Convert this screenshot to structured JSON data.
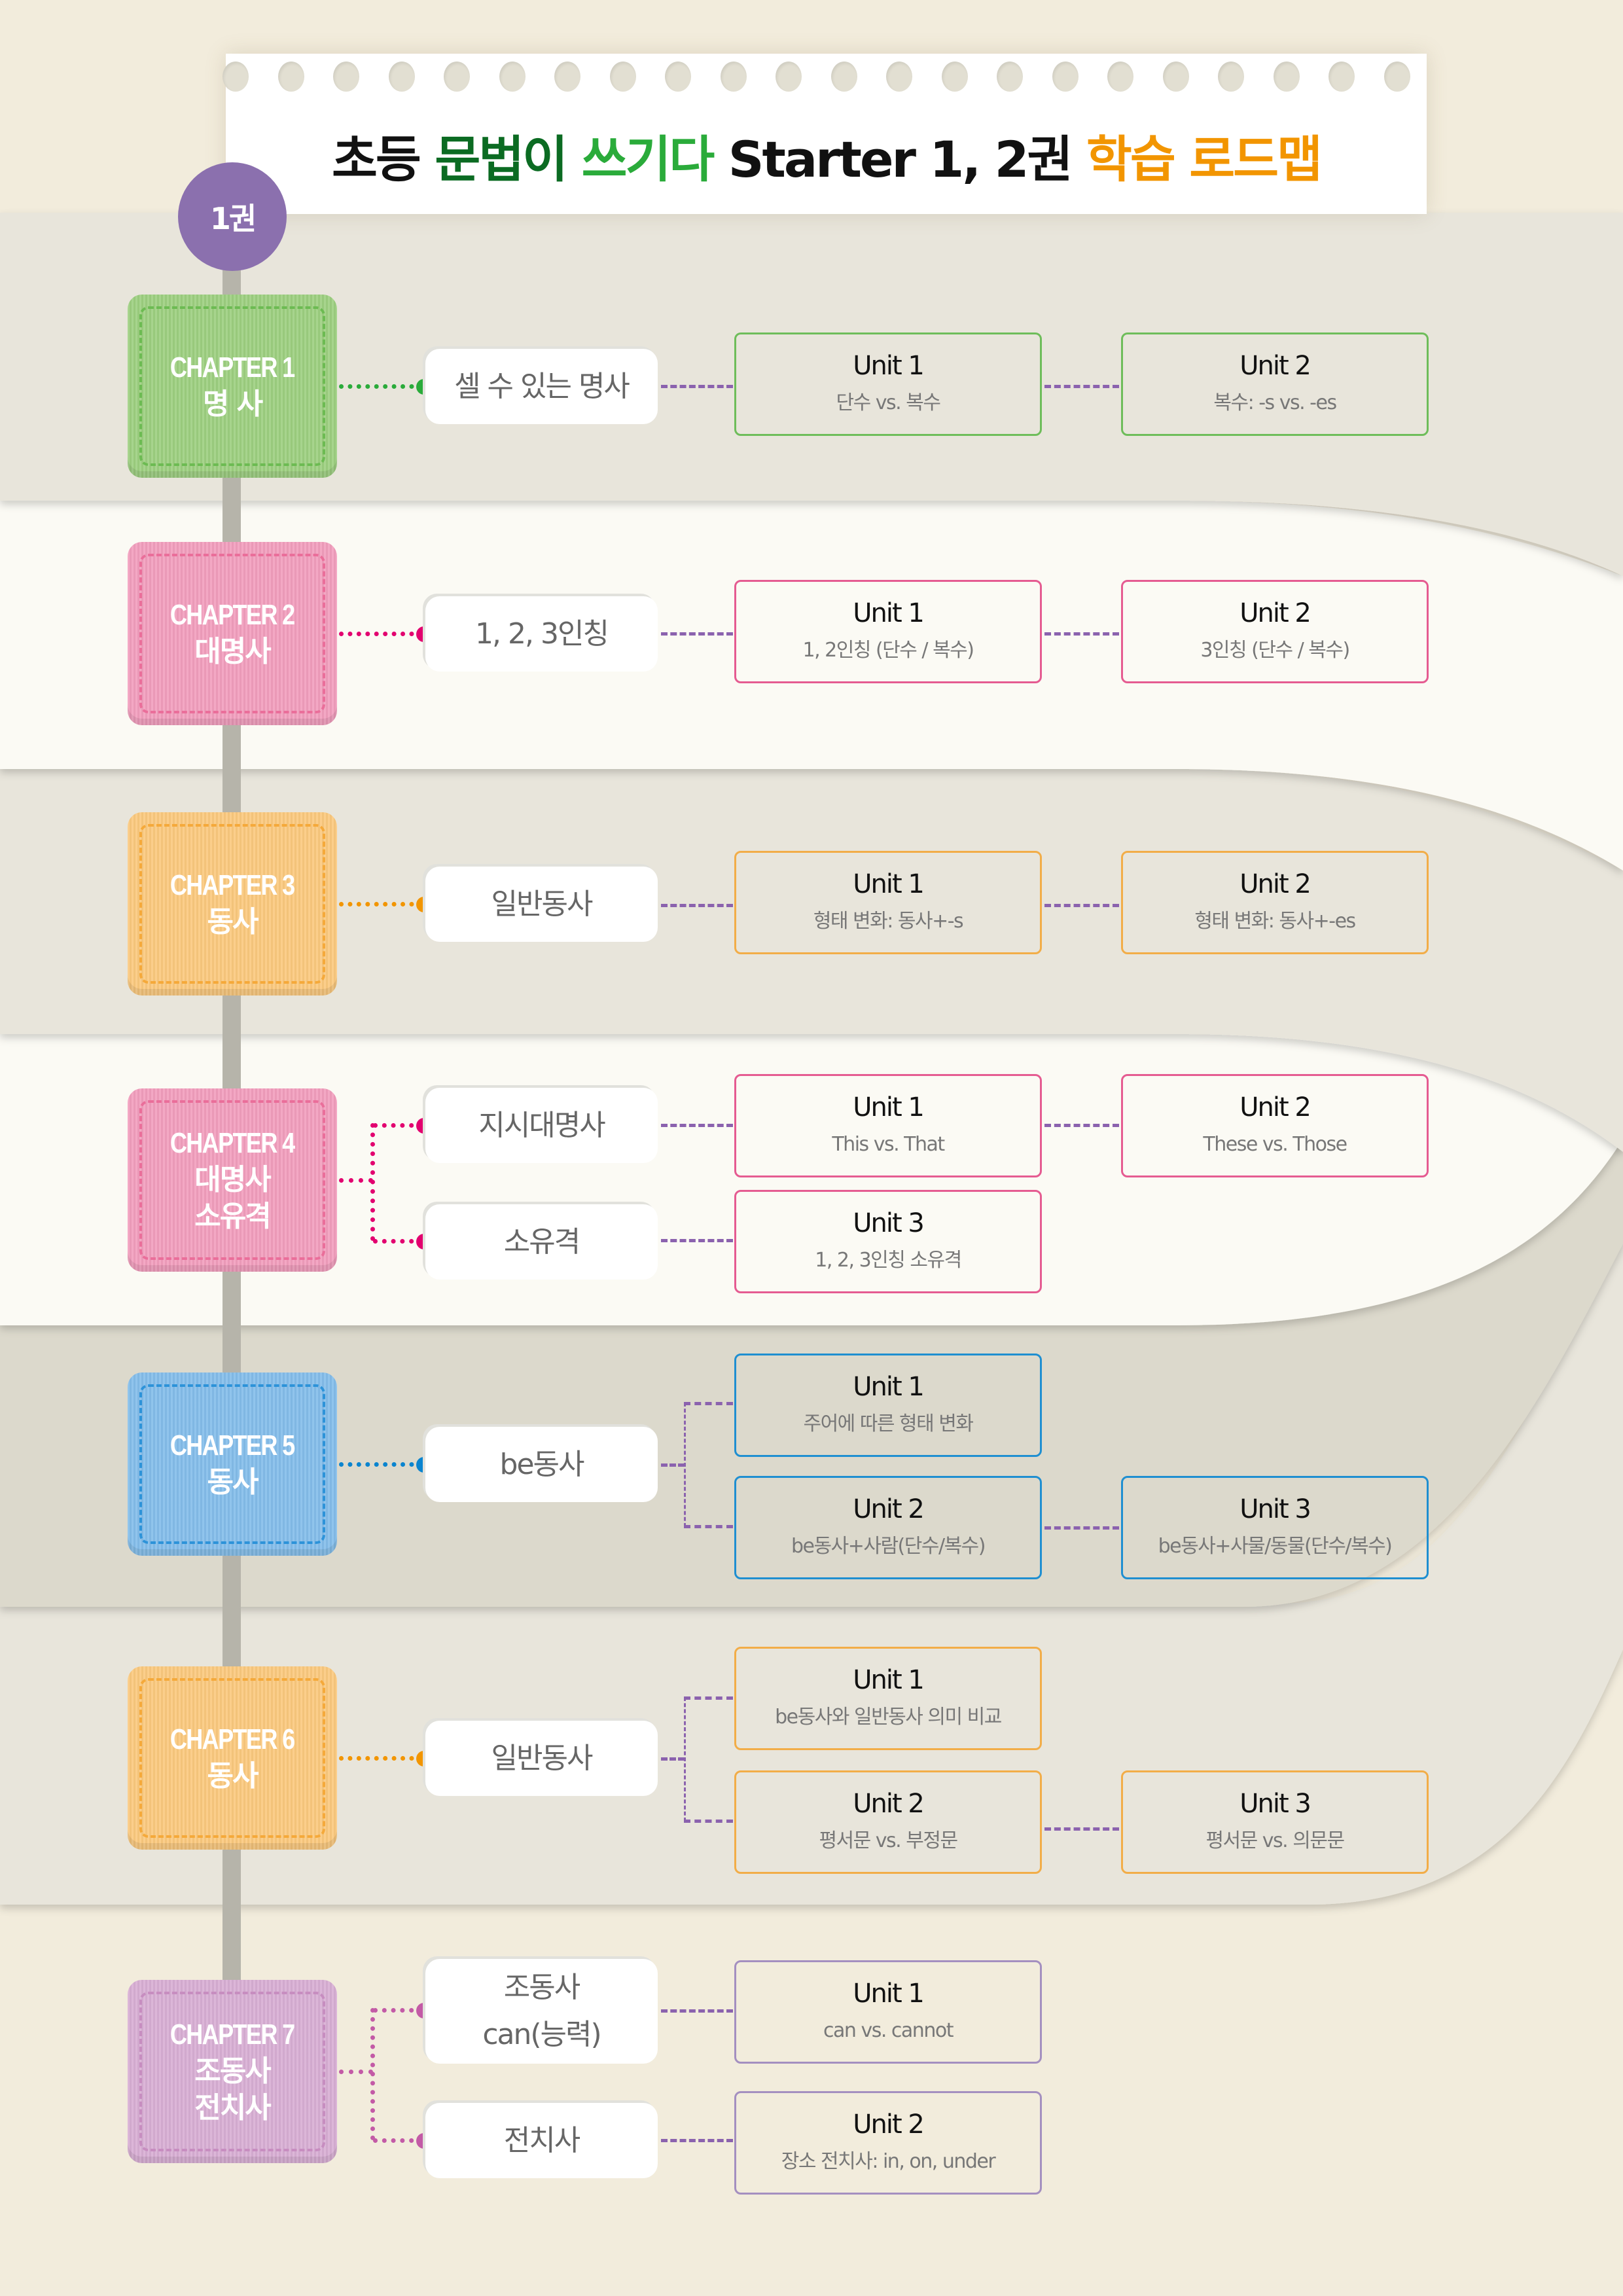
{
  "title": {
    "parts": [
      {
        "text": "초등 ",
        "tone": "black"
      },
      {
        "text": "문법이 ",
        "tone": "dark-green"
      },
      {
        "text": "쓰기다",
        "tone": "light-green"
      },
      {
        "text": " Starter 1, 2권 ",
        "tone": "black"
      },
      {
        "text": "학습 로드맵",
        "tone": "orange"
      }
    ]
  },
  "volume_badge": "1권",
  "colors": {
    "green": "#9dcf80",
    "pink": "#f29ebd",
    "orange": "#fbc97e",
    "blue": "#84bdea",
    "purple": "#d8aed4",
    "spine": "#b6b4aa",
    "badge": "#8b70ae",
    "connector": "#8b62ae"
  },
  "chapters": [
    {
      "label": "CHAPTER 1",
      "name": [
        "명 사"
      ],
      "color": "green",
      "topics": [
        {
          "lines": [
            "셀 수 있는 명사"
          ]
        }
      ],
      "units": [
        {
          "title": "Unit 1",
          "desc": "단수 vs. 복수"
        },
        {
          "title": "Unit 2",
          "desc": "복수: -s vs. -es"
        }
      ]
    },
    {
      "label": "CHAPTER 2",
      "name": [
        "대명사"
      ],
      "color": "pink",
      "topics": [
        {
          "lines": [
            "1, 2, 3인칭"
          ]
        }
      ],
      "units": [
        {
          "title": "Unit 1",
          "desc": "1, 2인칭 (단수 / 복수)"
        },
        {
          "title": "Unit 2",
          "desc": "3인칭 (단수 / 복수)"
        }
      ]
    },
    {
      "label": "CHAPTER 3",
      "name": [
        "동사"
      ],
      "color": "orange",
      "topics": [
        {
          "lines": [
            "일반동사"
          ]
        }
      ],
      "units": [
        {
          "title": "Unit 1",
          "desc": "형태 변화: 동사+-s"
        },
        {
          "title": "Unit 2",
          "desc": "형태 변화: 동사+-es"
        }
      ]
    },
    {
      "label": "CHAPTER 4",
      "name": [
        "대명사",
        "소유격"
      ],
      "color": "pink",
      "topics": [
        {
          "lines": [
            "지시대명사"
          ]
        },
        {
          "lines": [
            "소유격"
          ]
        }
      ],
      "units": [
        {
          "title": "Unit 1",
          "desc": "This vs. That"
        },
        {
          "title": "Unit 2",
          "desc": "These vs. Those"
        },
        {
          "title": "Unit 3",
          "desc": "1, 2, 3인칭 소유격"
        }
      ]
    },
    {
      "label": "CHAPTER 5",
      "name": [
        "동사"
      ],
      "color": "blue",
      "topics": [
        {
          "lines": [
            "be동사"
          ]
        }
      ],
      "units": [
        {
          "title": "Unit 1",
          "desc": "주어에 따른 형태 변화"
        },
        {
          "title": "Unit 2",
          "desc": "be동사+사람(단수/복수)"
        },
        {
          "title": "Unit 3",
          "desc": "be동사+사물/동물(단수/복수)"
        }
      ]
    },
    {
      "label": "CHAPTER 6",
      "name": [
        "동사"
      ],
      "color": "orange",
      "topics": [
        {
          "lines": [
            "일반동사"
          ]
        }
      ],
      "units": [
        {
          "title": "Unit 1",
          "desc": "be동사와 일반동사 의미 비교"
        },
        {
          "title": "Unit 2",
          "desc": "평서문 vs. 부정문"
        },
        {
          "title": "Unit 3",
          "desc": "평서문 vs. 의문문"
        }
      ]
    },
    {
      "label": "CHAPTER 7",
      "name": [
        "조동사",
        "전치사"
      ],
      "color": "purple",
      "topics": [
        {
          "lines": [
            "조동사",
            "can(능력)"
          ]
        },
        {
          "lines": [
            "전치사"
          ]
        }
      ],
      "units": [
        {
          "title": "Unit 1",
          "desc": "can vs. cannot"
        },
        {
          "title": "Unit 2",
          "desc": "장소 전치사: in, on, under"
        }
      ]
    }
  ]
}
